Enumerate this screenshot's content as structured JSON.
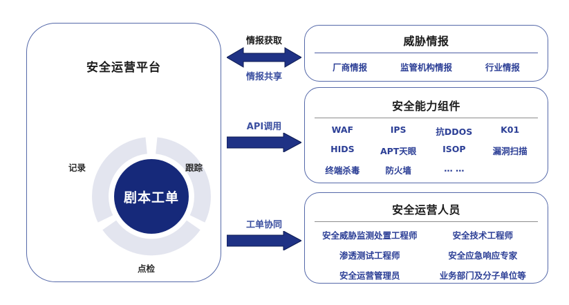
{
  "platform": {
    "title": "安全运营平台",
    "center_label": "剧本工单",
    "ring_labels": [
      {
        "key": "record",
        "text": "记录"
      },
      {
        "key": "track",
        "text": "跟踪"
      },
      {
        "key": "check",
        "text": "点检"
      }
    ]
  },
  "arrows": [
    {
      "key": "intel",
      "direction": "double",
      "label_above": "情报获取",
      "label_below": "情报共享",
      "above_color": "#1a1a1a",
      "below_color": "#3b4fa0"
    },
    {
      "key": "api",
      "direction": "right",
      "label_above": "API调用",
      "label_below": "",
      "above_color": "#3b4fa0",
      "below_color": ""
    },
    {
      "key": "ticket",
      "direction": "right",
      "label_above": "工单协同",
      "label_below": "",
      "above_color": "#3b4fa0",
      "below_color": ""
    }
  ],
  "panels": [
    {
      "key": "threat",
      "title": "威胁情报",
      "divider": "blue",
      "rows": [
        [
          "厂商情报",
          "监管机构情报",
          "行业情报"
        ]
      ]
    },
    {
      "key": "capability",
      "title": "安全能力组件",
      "divider": "grey",
      "rows": [
        [
          "WAF",
          "IPS",
          "抗DDOS",
          "K01"
        ],
        [
          "HIDS",
          "APT天眼",
          "ISOP",
          "漏洞扫描"
        ],
        [
          "终端杀毒",
          "防火墙",
          "… …",
          ""
        ]
      ]
    },
    {
      "key": "personnel",
      "title": "安全运营人员",
      "divider": "grey",
      "rows": [
        [
          "安全威胁监测处置工程师",
          "安全技术工程师"
        ],
        [
          "渗透测试工程师",
          "安全应急响应专家"
        ],
        [
          "安全运营管理员",
          "业务部门及分子单位等"
        ]
      ]
    }
  ],
  "colors": {
    "deep_blue": "#16297a",
    "ring_grey": "#e3e5ef",
    "border_blue": "#5367a8",
    "item_blue": "#2c3f96",
    "arrow_blue": "#1f3285"
  }
}
